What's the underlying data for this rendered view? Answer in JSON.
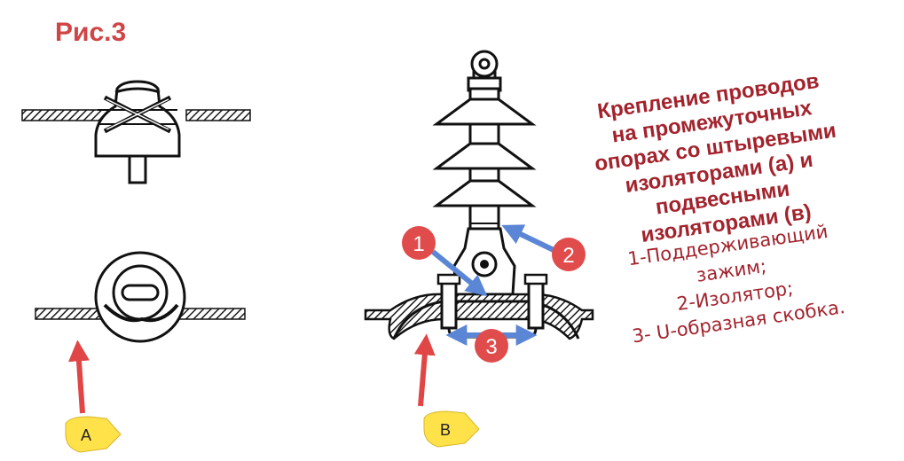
{
  "figure_label": "Рис.3",
  "title_lines": [
    "Крепление проводов",
    "на промежуточных",
    "опорах со штыревыми",
    "изоляторами (а) и",
    "подвесными",
    "изоляторами (в)"
  ],
  "legend_lines": [
    "1-Поддерживающий",
    "зажим;",
    "2-Изолятор;",
    "3- U-образная скобка."
  ],
  "callouts": [
    {
      "number": "1",
      "target": "supporting-clamp"
    },
    {
      "number": "2",
      "target": "insulator"
    },
    {
      "number": "3",
      "target": "u-shaped-bracket"
    }
  ],
  "view_tags": {
    "a": "A",
    "b": "B"
  },
  "colors": {
    "figure_label": "#d04545",
    "annotation_text": "#a3232d",
    "callout_circle": "#e04b4b",
    "blue_arrow": "#5b86d6",
    "red_arrow": "#e04646",
    "tag_fill": "#ffe24a"
  }
}
